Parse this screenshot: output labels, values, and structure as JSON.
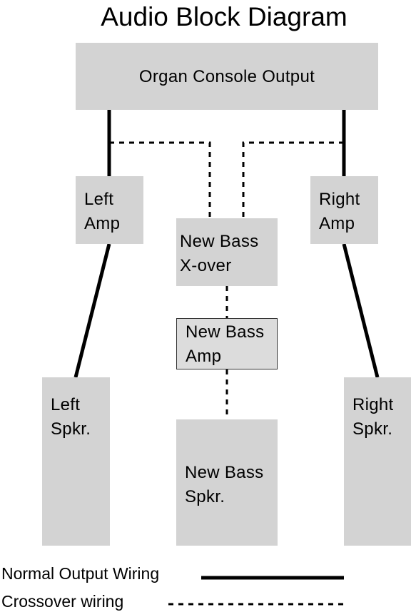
{
  "title": "Audio Block Diagram",
  "nodes": {
    "console": "Organ Console Output",
    "left_amp": "Left\nAmp",
    "right_amp": "Right\nAmp",
    "xover": "New Bass\nX-over",
    "bass_amp": "New Bass\nAmp",
    "left_spk": "Left\nSpkr.",
    "right_spk": "Right\nSpkr.",
    "bass_spk": "New Bass\nSpkr."
  },
  "edges": [
    {
      "from": "console",
      "to": "left_amp",
      "style": "normal"
    },
    {
      "from": "console",
      "to": "right_amp",
      "style": "normal"
    },
    {
      "from": "left_amp",
      "to": "left_spk",
      "style": "normal"
    },
    {
      "from": "right_amp",
      "to": "right_spk",
      "style": "normal"
    },
    {
      "from": "console",
      "to": "xover",
      "style": "crossover"
    },
    {
      "from": "xover",
      "to": "bass_amp",
      "style": "crossover"
    },
    {
      "from": "bass_amp",
      "to": "bass_spk",
      "style": "crossover"
    }
  ],
  "legend": {
    "normal": "Normal Output Wiring",
    "crossover": "Crossover wiring"
  },
  "colors": {
    "box_fill": "#d3d3d3",
    "wire": "#000000"
  }
}
